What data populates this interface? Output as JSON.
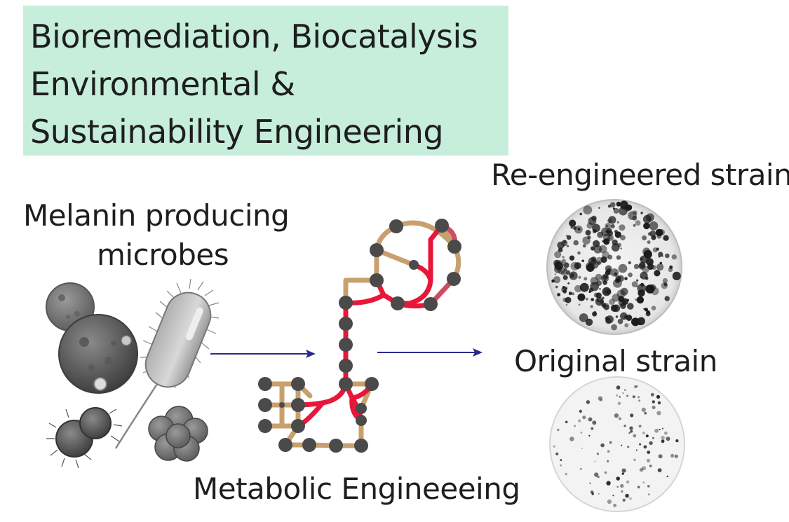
{
  "title_box": {
    "lines": [
      "Bioremediation, Biocatalysis",
      "Environmental &",
      "Sustainability Engineering"
    ],
    "background": "#c6eedb"
  },
  "labels": {
    "melanin_line1": "Melanin producing",
    "melanin_line2": "microbes",
    "re_engineered": "Re-engineered strain",
    "original": "Original strain",
    "metabolic": "Metabolic Engineeeing"
  },
  "colors": {
    "arrow": "#2b2a8a",
    "pathway_tan": "#c8a06e",
    "pathway_red": "#e8173a",
    "pathway_pink": "#cc4d66",
    "node": "#4a4a4a",
    "microbe_grey": "#7a7a7a",
    "colony_dark": "#1a1a1a"
  },
  "icons": [
    "microbe-cluster-illustration",
    "metabolic-network-diagram",
    "petri-dish-colonies"
  ]
}
